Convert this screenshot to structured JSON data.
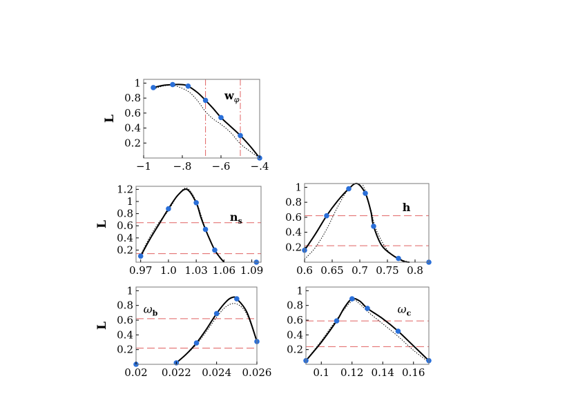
{
  "chart_data": [
    {
      "id": "w",
      "type": "line",
      "ylabel": "L",
      "label": "w",
      "label_sub": "φ",
      "xlim": [
        -1,
        -0.4
      ],
      "ylim": [
        0,
        1.05
      ],
      "xticks": [
        -1,
        -0.8,
        -0.6,
        -0.4
      ],
      "xtick_labels": [
        "−1",
        "−.8",
        "−.6",
        "−.4"
      ],
      "yticks": [
        0.2,
        0.4,
        0.6,
        0.8,
        1
      ],
      "ytick_labels": [
        "0.2",
        "0.4",
        "0.6",
        "0.8",
        "1"
      ],
      "points": [
        [
          -0.95,
          0.94
        ],
        [
          -0.85,
          0.98
        ],
        [
          -0.77,
          0.96
        ],
        [
          -0.68,
          0.77
        ],
        [
          -0.6,
          0.54
        ],
        [
          -0.5,
          0.3
        ],
        [
          -0.4,
          0.0
        ]
      ],
      "solid": [
        [
          -0.95,
          0.94
        ],
        [
          -0.9,
          0.97
        ],
        [
          -0.85,
          0.98
        ],
        [
          -0.8,
          0.98
        ],
        [
          -0.77,
          0.96
        ],
        [
          -0.72,
          0.87
        ],
        [
          -0.68,
          0.77
        ],
        [
          -0.64,
          0.66
        ],
        [
          -0.6,
          0.54
        ],
        [
          -0.55,
          0.42
        ],
        [
          -0.5,
          0.3
        ],
        [
          -0.45,
          0.16
        ],
        [
          -0.4,
          0.0
        ]
      ],
      "dotted": [
        [
          -0.95,
          0.92
        ],
        [
          -0.9,
          0.96
        ],
        [
          -0.85,
          0.97
        ],
        [
          -0.8,
          0.93
        ],
        [
          -0.76,
          0.87
        ],
        [
          -0.72,
          0.76
        ],
        [
          -0.68,
          0.62
        ],
        [
          -0.64,
          0.52
        ],
        [
          -0.6,
          0.45
        ],
        [
          -0.55,
          0.34
        ],
        [
          -0.5,
          0.19
        ],
        [
          -0.45,
          0.09
        ],
        [
          -0.4,
          0.0
        ]
      ],
      "vlines": [
        -0.68,
        -0.5
      ],
      "hlines": []
    },
    {
      "id": "ns",
      "type": "line",
      "ylabel": "L",
      "label": "n",
      "label_sub": "s",
      "xlim": [
        0.965,
        1.1
      ],
      "ylim": [
        0,
        1.25
      ],
      "xticks": [
        0.97,
        1.0,
        1.03,
        1.06,
        1.09
      ],
      "xtick_labels": [
        "0.97",
        "1.0",
        "1.03",
        "1.06",
        "1.09"
      ],
      "yticks": [
        0.2,
        0.4,
        0.6,
        0.8,
        1,
        1.2
      ],
      "ytick_labels": [
        "0.2",
        "0.4",
        "0.6",
        "0.8",
        "1",
        "1.2"
      ],
      "points": [
        [
          0.97,
          0.1
        ],
        [
          1.0,
          0.88
        ],
        [
          1.03,
          0.98
        ],
        [
          1.04,
          0.54
        ],
        [
          1.05,
          0.2
        ],
        [
          1.095,
          0.0
        ]
      ],
      "solid": [
        [
          0.97,
          0.1
        ],
        [
          0.98,
          0.38
        ],
        [
          0.99,
          0.63
        ],
        [
          1.0,
          0.88
        ],
        [
          1.01,
          1.1
        ],
        [
          1.02,
          1.2
        ],
        [
          1.03,
          0.98
        ],
        [
          1.035,
          0.74
        ],
        [
          1.04,
          0.54
        ],
        [
          1.045,
          0.36
        ],
        [
          1.05,
          0.2
        ],
        [
          1.055,
          0.09
        ],
        [
          1.06,
          0.0
        ]
      ],
      "dotted": [
        [
          0.97,
          0.12
        ],
        [
          0.98,
          0.42
        ],
        [
          0.99,
          0.66
        ],
        [
          1.0,
          0.85
        ],
        [
          1.01,
          1.1
        ],
        [
          1.02,
          1.22
        ],
        [
          1.03,
          1.0
        ],
        [
          1.04,
          0.55
        ],
        [
          1.05,
          0.19
        ],
        [
          1.06,
          0.01
        ]
      ],
      "vlines": [],
      "hlines": [
        0.65,
        0.14
      ]
    },
    {
      "id": "h",
      "type": "line",
      "ylabel": "",
      "label": "h",
      "label_sub": "",
      "xlim": [
        0.6,
        0.825
      ],
      "ylim": [
        0,
        1.05
      ],
      "xticks": [
        0.6,
        0.65,
        0.7,
        0.75,
        0.8
      ],
      "xtick_labels": [
        "0.6",
        "0.65",
        "0.7",
        "0.75",
        "0.8"
      ],
      "yticks": [
        0.2,
        0.4,
        0.6,
        0.8,
        1
      ],
      "ytick_labels": [
        "0.2",
        "0.4",
        "0.6",
        "0.8",
        "1"
      ],
      "points": [
        [
          0.6,
          0.16
        ],
        [
          0.64,
          0.62
        ],
        [
          0.68,
          0.98
        ],
        [
          0.71,
          0.92
        ],
        [
          0.725,
          0.48
        ],
        [
          0.77,
          0.05
        ],
        [
          0.825,
          0.0
        ]
      ],
      "solid": [
        [
          0.6,
          0.16
        ],
        [
          0.62,
          0.38
        ],
        [
          0.64,
          0.62
        ],
        [
          0.66,
          0.82
        ],
        [
          0.68,
          0.98
        ],
        [
          0.695,
          1.05
        ],
        [
          0.71,
          0.92
        ],
        [
          0.72,
          0.68
        ],
        [
          0.725,
          0.48
        ],
        [
          0.74,
          0.22
        ],
        [
          0.76,
          0.09
        ],
        [
          0.77,
          0.05
        ],
        [
          0.78,
          0.01
        ],
        [
          0.79,
          0.0
        ]
      ],
      "dotted": [
        [
          0.6,
          0.04
        ],
        [
          0.62,
          0.2
        ],
        [
          0.64,
          0.44
        ],
        [
          0.66,
          0.74
        ],
        [
          0.68,
          0.98
        ],
        [
          0.7,
          1.07
        ],
        [
          0.71,
          0.95
        ],
        [
          0.72,
          0.7
        ],
        [
          0.73,
          0.43
        ],
        [
          0.75,
          0.16
        ],
        [
          0.77,
          0.05
        ],
        [
          0.79,
          0.0
        ]
      ],
      "vlines": [],
      "hlines": [
        0.62,
        0.22
      ]
    },
    {
      "id": "wb",
      "type": "line",
      "ylabel": "L",
      "label": "ω",
      "label_sub": "b",
      "xlim": [
        0.02,
        0.026
      ],
      "ylim": [
        0,
        1.05
      ],
      "xticks": [
        0.02,
        0.022,
        0.024,
        0.026
      ],
      "xtick_labels": [
        "0.02",
        "0.022",
        "0.024",
        "0.026"
      ],
      "yticks": [
        0.2,
        0.4,
        0.6,
        0.8,
        1
      ],
      "ytick_labels": [
        "0.2",
        "0.4",
        "0.6",
        "0.8",
        "1"
      ],
      "points": [
        [
          0.02,
          0.0
        ],
        [
          0.022,
          0.02
        ],
        [
          0.023,
          0.29
        ],
        [
          0.024,
          0.69
        ],
        [
          0.025,
          0.89
        ],
        [
          0.026,
          0.31
        ]
      ],
      "solid": [
        [
          0.022,
          0.02
        ],
        [
          0.0225,
          0.14
        ],
        [
          0.023,
          0.29
        ],
        [
          0.0235,
          0.48
        ],
        [
          0.024,
          0.69
        ],
        [
          0.0245,
          0.86
        ],
        [
          0.0248,
          0.91
        ],
        [
          0.025,
          0.89
        ],
        [
          0.0255,
          0.71
        ],
        [
          0.026,
          0.31
        ]
      ],
      "dotted": [
        [
          0.022,
          0.02
        ],
        [
          0.023,
          0.27
        ],
        [
          0.024,
          0.64
        ],
        [
          0.0245,
          0.79
        ],
        [
          0.025,
          0.82
        ],
        [
          0.0255,
          0.68
        ],
        [
          0.026,
          0.3
        ]
      ],
      "vlines": [],
      "hlines": [
        0.62,
        0.22
      ]
    },
    {
      "id": "wc",
      "type": "line",
      "ylabel": "",
      "label": "ω",
      "label_sub": "c",
      "xlim": [
        0.09,
        0.17
      ],
      "ylim": [
        0,
        1.05
      ],
      "xticks": [
        0.1,
        0.12,
        0.14,
        0.16
      ],
      "xtick_labels": [
        "0.1",
        "0.12",
        "0.14",
        "0.16"
      ],
      "yticks": [
        0.2,
        0.4,
        0.6,
        0.8,
        1
      ],
      "ytick_labels": [
        "0.2",
        "0.4",
        "0.6",
        "0.8",
        "1"
      ],
      "points": [
        [
          0.09,
          0.05
        ],
        [
          0.11,
          0.59
        ],
        [
          0.12,
          0.89
        ],
        [
          0.13,
          0.76
        ],
        [
          0.15,
          0.45
        ],
        [
          0.17,
          0.05
        ]
      ],
      "solid": [
        [
          0.09,
          0.05
        ],
        [
          0.1,
          0.3
        ],
        [
          0.11,
          0.59
        ],
        [
          0.115,
          0.77
        ],
        [
          0.12,
          0.89
        ],
        [
          0.125,
          0.86
        ],
        [
          0.13,
          0.76
        ],
        [
          0.14,
          0.62
        ],
        [
          0.15,
          0.45
        ],
        [
          0.16,
          0.25
        ],
        [
          0.17,
          0.05
        ]
      ],
      "dotted": [
        [
          0.09,
          0.05
        ],
        [
          0.1,
          0.32
        ],
        [
          0.11,
          0.61
        ],
        [
          0.12,
          0.86
        ],
        [
          0.125,
          0.82
        ],
        [
          0.13,
          0.72
        ],
        [
          0.14,
          0.55
        ],
        [
          0.15,
          0.38
        ],
        [
          0.16,
          0.19
        ],
        [
          0.17,
          0.03
        ]
      ],
      "vlines": [],
      "hlines": [
        0.59,
        0.24
      ]
    }
  ],
  "colors": {
    "point": "#2a6fd8",
    "solid": "#000000",
    "dotted": "#000000",
    "refline": "#e06060",
    "frame": "#777777"
  }
}
